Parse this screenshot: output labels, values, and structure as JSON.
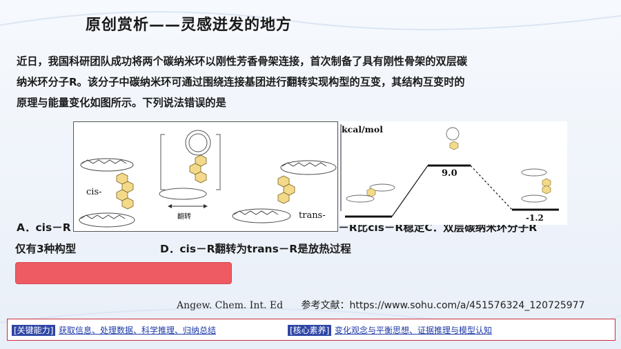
{
  "header": {
    "title": "原创赏析——灵感迸发的地方"
  },
  "question": {
    "lines": [
      "近日，我国科研团队成功将两个碳纳米环以刚性芳香骨架连接，首次制备了具有刚性骨架的双层碳",
      "纳米环分子R。该分子中碳纳米环可通过围绕连接基团进行翻转实现构型的互变，其结构互变时的",
      "原理与能量变化如图所示。下列说法错误的是"
    ]
  },
  "options": {
    "a": "A．cis－R",
    "b": "ns－R比cis－R稳定C．双层碳纳米环分子R",
    "c": "仅有3种构型",
    "d": "D．cis－R翻转为trans－R是放热过程"
  },
  "figure_left": {
    "cis_label": "cis-",
    "trans_label": "trans-",
    "arrow_label": "翻转"
  },
  "figure_right": {
    "unit_label": "kcal/mol",
    "ts_value": "9.0",
    "product_value": "-1.2"
  },
  "reference": {
    "journal": "Angew. Chem. Int. Ed",
    "source": "参考文献：https://www.sohu.com/a/451576324_120725977"
  },
  "footer": {
    "tag1": "[关键能力]",
    "text1": "获取信息、处理数据、科学推理、归纳总结",
    "tag2": "[核心素养]",
    "text2": "变化观念与平衡思想、证据推理与模型认知"
  },
  "colors": {
    "accent_red": "#ee5b63",
    "footer_border": "#cc2e3a",
    "tag_blue": "#2f46a6",
    "link_blue": "#1e3aa8"
  }
}
